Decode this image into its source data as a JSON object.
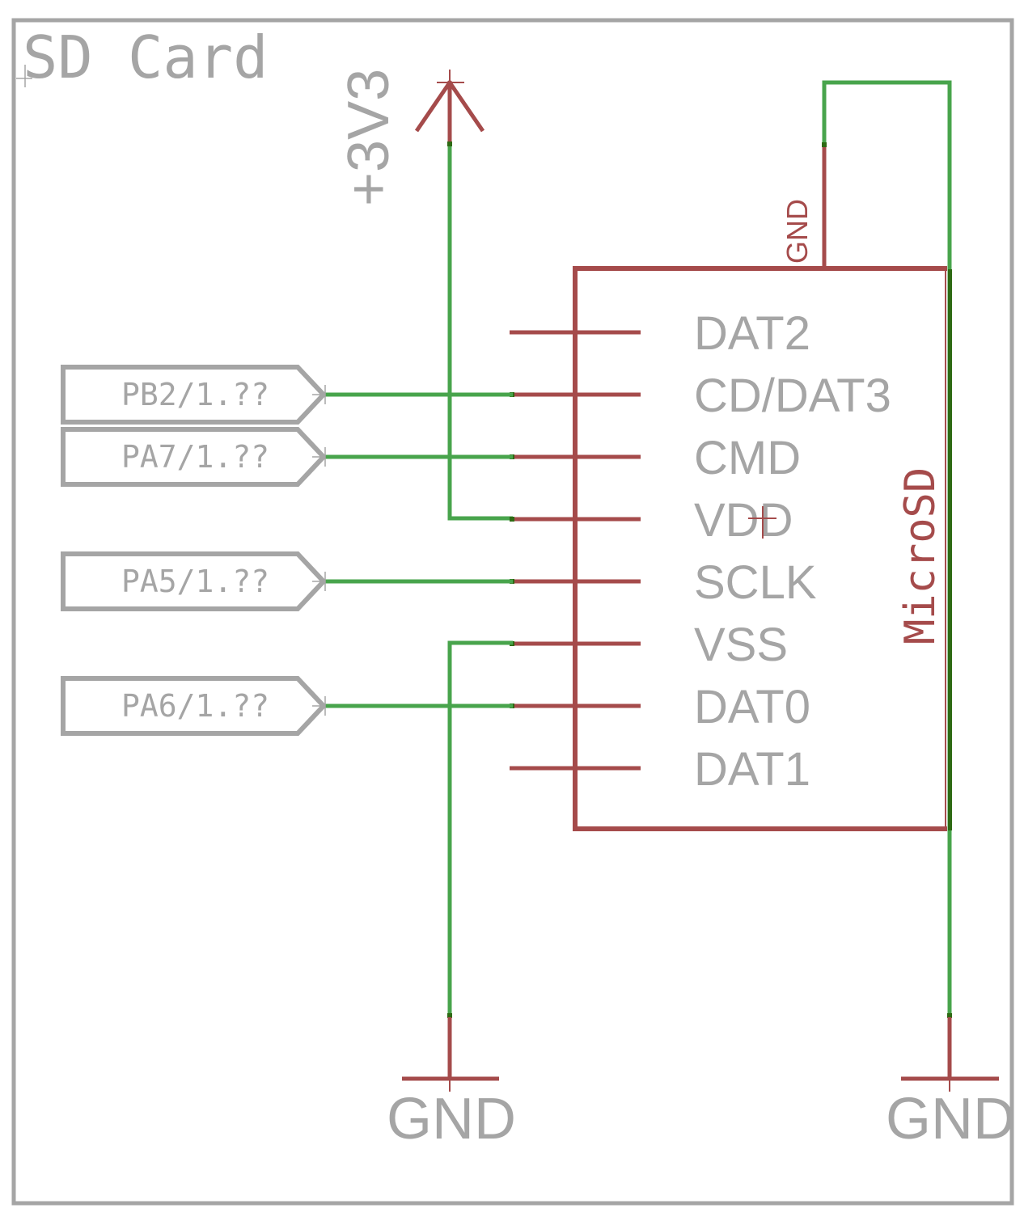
{
  "sheet": {
    "title": "SD Card"
  },
  "power": {
    "supply_label": "+3V3",
    "ground_labels": [
      "GND",
      "GND"
    ]
  },
  "component": {
    "name": "MicroSD",
    "gnd_pin_label": "GND",
    "pins": [
      {
        "name": "DAT2",
        "connected": false,
        "net": null
      },
      {
        "name": "CD/DAT3",
        "connected": true,
        "net": "PB2/1.??"
      },
      {
        "name": "CMD",
        "connected": true,
        "net": "PA7/1.??"
      },
      {
        "name": "VDD",
        "connected": true,
        "net": "+3V3"
      },
      {
        "name": "SCLK",
        "connected": true,
        "net": "PA5/1.??"
      },
      {
        "name": "VSS",
        "connected": true,
        "net": "GND"
      },
      {
        "name": "DAT0",
        "connected": true,
        "net": "PA6/1.??"
      },
      {
        "name": "DAT1",
        "connected": false,
        "net": null
      }
    ]
  },
  "net_labels": [
    {
      "text": "PB2/1.??"
    },
    {
      "text": "PA7/1.??"
    },
    {
      "text": "PA5/1.??"
    },
    {
      "text": "PA6/1.??"
    }
  ],
  "colors": {
    "wire": "#48a44c",
    "symbol": "#a54b4b",
    "text": "#a5a5a5",
    "junction": "#2e6a14"
  }
}
